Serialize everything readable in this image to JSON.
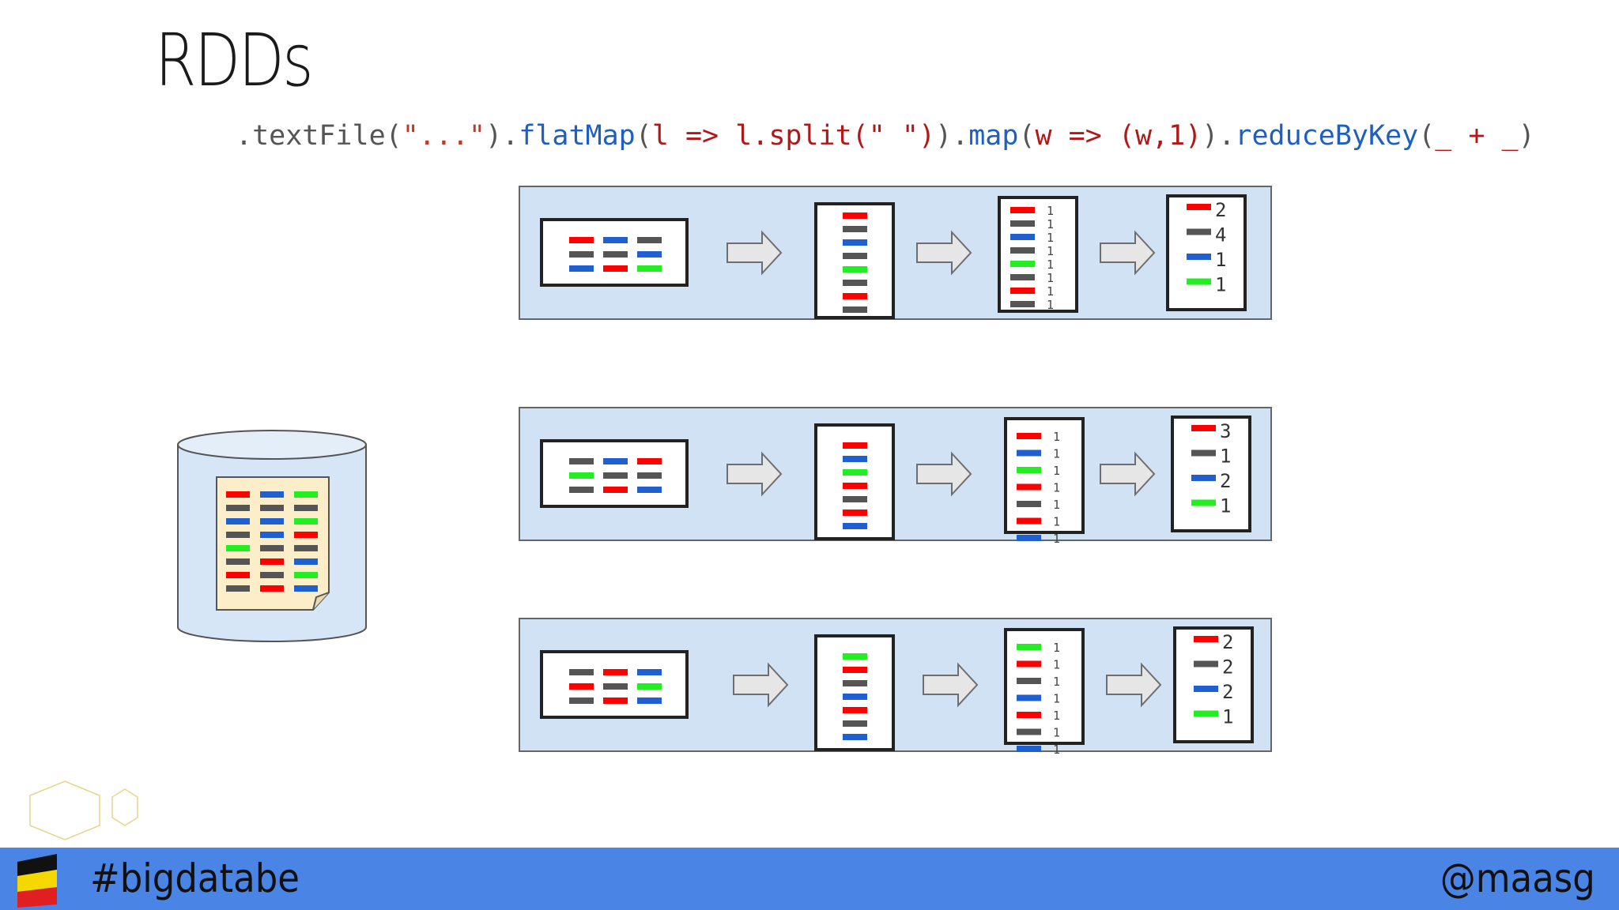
{
  "slide": {
    "title": "RDDs",
    "code_tokens": [
      {
        "text": ".textFile(",
        "color": "#555555"
      },
      {
        "text": "\"...\"",
        "color": "#c0392b"
      },
      {
        "text": ").",
        "color": "#555555"
      },
      {
        "text": "flatMap",
        "color": "#1f5fbf"
      },
      {
        "text": "(",
        "color": "#555555"
      },
      {
        "text": "l => l.split(\" \")",
        "color": "#b21818"
      },
      {
        "text": ").",
        "color": "#555555"
      },
      {
        "text": "map",
        "color": "#1f5fbf"
      },
      {
        "text": "(",
        "color": "#555555"
      },
      {
        "text": "w => (w,1)",
        "color": "#b21818"
      },
      {
        "text": ").",
        "color": "#555555"
      },
      {
        "text": "reduceByKey",
        "color": "#1f5fbf"
      },
      {
        "text": "(",
        "color": "#555555"
      },
      {
        "text": "_ + _",
        "color": "#b21818"
      },
      {
        "text": ")",
        "color": "#555555"
      }
    ]
  },
  "colors": {
    "red": "#ff0000",
    "gray": "#555555",
    "blue": "#1f5fd0",
    "green": "#22ee22",
    "partition_fill": "#d0e2f4",
    "cylinder_fill": "#d6e6f6",
    "file_fill": "#fbeec8",
    "arrow_fill": "#e6e6e6",
    "footer_bg": "#4a84e4"
  },
  "source_file": {
    "grid_rows": [
      [
        "red",
        "blue",
        "green"
      ],
      [
        "gray",
        "gray",
        "gray"
      ],
      [
        "blue",
        "blue",
        "green"
      ],
      [
        "gray",
        "blue",
        "red"
      ],
      [
        "green",
        "gray",
        "gray"
      ],
      [
        "gray",
        "red",
        "blue"
      ],
      [
        "red",
        "gray",
        "green"
      ],
      [
        "gray",
        "red",
        "blue"
      ]
    ]
  },
  "partitions": [
    {
      "text_grid": [
        [
          "red",
          "blue",
          "gray"
        ],
        [
          "gray",
          "gray",
          "blue"
        ],
        [
          "blue",
          "red",
          "green"
        ]
      ],
      "words": [
        "red",
        "gray",
        "blue",
        "gray",
        "green",
        "gray",
        "red",
        "gray"
      ],
      "pairs": [
        {
          "color": "red",
          "count": "1"
        },
        {
          "color": "gray",
          "count": "1"
        },
        {
          "color": "blue",
          "count": "1"
        },
        {
          "color": "gray",
          "count": "1"
        },
        {
          "color": "green",
          "count": "1"
        },
        {
          "color": "gray",
          "count": "1"
        },
        {
          "color": "red",
          "count": "1"
        },
        {
          "color": "gray",
          "count": "1"
        }
      ],
      "reduced": [
        {
          "color": "red",
          "count": "2"
        },
        {
          "color": "gray",
          "count": "4"
        },
        {
          "color": "blue",
          "count": "1"
        },
        {
          "color": "green",
          "count": "1"
        }
      ]
    },
    {
      "text_grid": [
        [
          "gray",
          "blue",
          "red"
        ],
        [
          "green",
          "gray",
          "gray"
        ],
        [
          "gray",
          "red",
          "blue"
        ]
      ],
      "words": [
        "red",
        "blue",
        "green",
        "red",
        "gray",
        "red",
        "blue"
      ],
      "pairs": [
        {
          "color": "red",
          "count": "1"
        },
        {
          "color": "blue",
          "count": "1"
        },
        {
          "color": "green",
          "count": "1"
        },
        {
          "color": "red",
          "count": "1"
        },
        {
          "color": "gray",
          "count": "1"
        },
        {
          "color": "red",
          "count": "1"
        },
        {
          "color": "blue",
          "count": "1"
        }
      ],
      "reduced": [
        {
          "color": "red",
          "count": "3"
        },
        {
          "color": "gray",
          "count": "1"
        },
        {
          "color": "blue",
          "count": "2"
        },
        {
          "color": "green",
          "count": "1"
        }
      ]
    },
    {
      "text_grid": [
        [
          "gray",
          "red",
          "blue"
        ],
        [
          "red",
          "gray",
          "green"
        ],
        [
          "gray",
          "red",
          "blue"
        ]
      ],
      "words": [
        "green",
        "red",
        "gray",
        "blue",
        "red",
        "gray",
        "blue"
      ],
      "pairs": [
        {
          "color": "green",
          "count": "1"
        },
        {
          "color": "red",
          "count": "1"
        },
        {
          "color": "gray",
          "count": "1"
        },
        {
          "color": "blue",
          "count": "1"
        },
        {
          "color": "red",
          "count": "1"
        },
        {
          "color": "gray",
          "count": "1"
        },
        {
          "color": "blue",
          "count": "1"
        }
      ],
      "reduced": [
        {
          "color": "red",
          "count": "2"
        },
        {
          "color": "gray",
          "count": "2"
        },
        {
          "color": "blue",
          "count": "2"
        },
        {
          "color": "green",
          "count": "1"
        }
      ]
    }
  ],
  "footer": {
    "hashtag": "#bigdatabe",
    "handle": "@maasg",
    "flag_colors": [
      "#111111",
      "#f5d800",
      "#e02020"
    ]
  }
}
